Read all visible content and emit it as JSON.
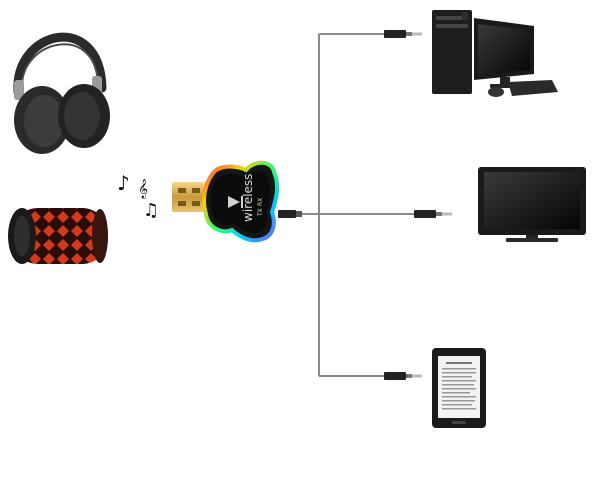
{
  "diagram": {
    "adapter": {
      "label_main": "wireless",
      "label_mode_tx": "TX",
      "label_mode_rx": "RX",
      "icon": "play-icon",
      "glow_colors": [
        "#ff2d55",
        "#ffcc00",
        "#33ff66",
        "#00c8ff",
        "#7a5cff"
      ]
    },
    "sources": [
      {
        "name": "headphones",
        "icon": "headphones-icon"
      },
      {
        "name": "bluetooth-speaker",
        "icon": "speaker-icon"
      }
    ],
    "music_notes": [
      "♪",
      "𝄞",
      "♫"
    ],
    "destinations": [
      {
        "name": "desktop-computer",
        "icon": "desktop-computer-icon"
      },
      {
        "name": "television",
        "icon": "tv-icon"
      },
      {
        "name": "e-reader",
        "icon": "ereader-icon"
      }
    ],
    "colors": {
      "cable": "#8a8a8a",
      "device_dark": "#1a1a1a",
      "speaker_red": "#d23a1a"
    }
  }
}
